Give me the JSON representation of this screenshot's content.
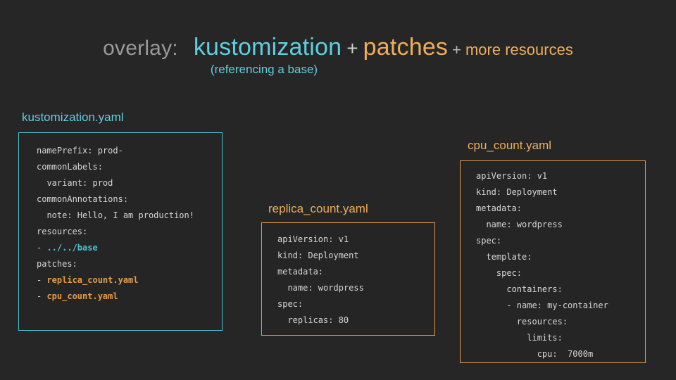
{
  "heading": {
    "overlay_label": "overlay:",
    "word_kustomization": "kustomization",
    "plus_1": "+",
    "word_patches": "patches",
    "plus_2": "+",
    "more_resources": "more resources",
    "subtitle": "(referencing a base)",
    "colors": {
      "gray": "#9a9a9a",
      "cyan": "#5fcfe0",
      "orange": "#efad5c",
      "background": "#262626"
    }
  },
  "panels": [
    {
      "id": "kustomization",
      "label": "kustomization.yaml",
      "border_color": "#4ec3cf",
      "label_color": "#5fcfe0",
      "code": "namePrefix: prod-\ncommonLabels:\n  variant: prod\ncommonAnnotations:\n  note: Hello, I am production!\nresources:\n- ../../base\npatches:\n- replica_count.yaml\n- cpu_count.yaml",
      "highlights": [
        {
          "text": "../../base",
          "color": "#4ec3cf"
        },
        {
          "text": "replica_count.yaml",
          "color": "#e59a4a"
        },
        {
          "text": "cpu_count.yaml",
          "color": "#e59a4a"
        }
      ]
    },
    {
      "id": "replica_count",
      "label": "replica_count.yaml",
      "border_color": "#e59a4a",
      "label_color": "#efad5c",
      "code": "apiVersion: v1\nkind: Deployment\nmetadata:\n  name: wordpress\nspec:\n  replicas: 80",
      "highlights": []
    },
    {
      "id": "cpu_count",
      "label": "cpu_count.yaml",
      "border_color": "#e59a4a",
      "label_color": "#efad5c",
      "code": "apiVersion: v1\nkind: Deployment\nmetadata:\n  name: wordpress\nspec:\n  template:\n    spec:\n      containers:\n      - name: my-container\n        resources:\n          limits:\n            cpu:  7000m",
      "highlights": []
    }
  ]
}
